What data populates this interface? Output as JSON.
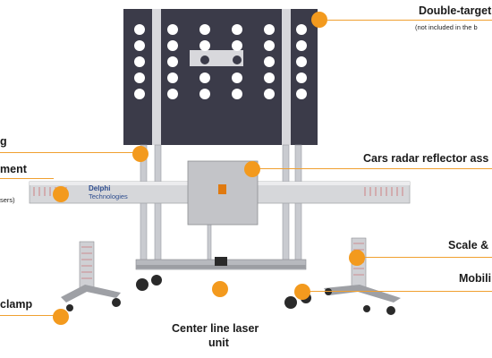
{
  "labels": {
    "double_target": "Double-target",
    "double_target_note": "(not included in the b",
    "left_top": "g",
    "left_alignment": "ment",
    "left_lasers": "sers)",
    "radar_reflector": "Cars radar reflector ass",
    "scale": "Scale &",
    "mobility": "Mobili",
    "clamp": "clamp",
    "center_line_laser": "Center line laser",
    "center_line_unit": "unit"
  },
  "brand": {
    "name": "Delphi",
    "sub": "Technologies"
  },
  "colors": {
    "accent": "#f39a1e",
    "board": "#3a3a48",
    "frame": "#c9cbd0"
  }
}
